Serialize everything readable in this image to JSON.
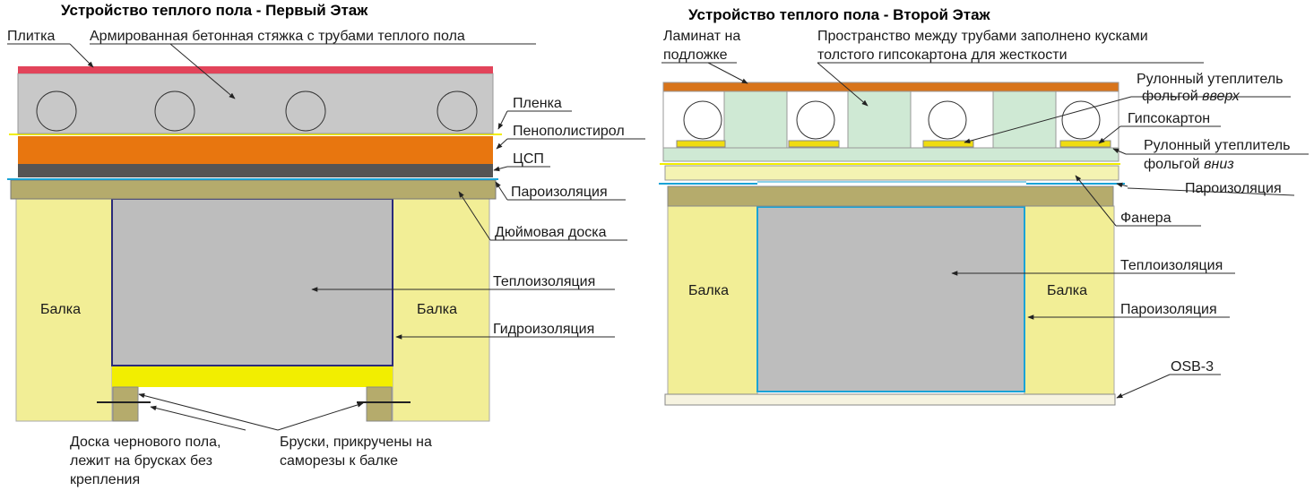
{
  "colors": {
    "tile": "#e2445a",
    "concrete": "#c8c8c8",
    "film": "#f2ee00",
    "foam": "#e8760f",
    "csp": "#555555",
    "vapor": "#1aa3d6",
    "board": "#b5ab6c",
    "beam": "#f2ee96",
    "insulation": "#bdbdbd",
    "laminate": "#d8741a",
    "gypsum": "#cfe9d4",
    "plywood": "#f4f3b2",
    "osb": "#f6f3e0",
    "foil": "#f0dc10"
  },
  "left": {
    "title": "Устройство теплого пола - Первый Этаж",
    "labels": {
      "tile": "Плитка",
      "screed": "Армированная бетонная стяжка с трубами теплого пола",
      "film": "Пленка",
      "foam": "Пенополистирол",
      "csp": "ЦСП",
      "vapor": "Пароизоляция",
      "board": "Дюймовая доска",
      "insulation": "Теплоизоляция",
      "waterproof": "Гидроизоляция",
      "beam_left": "Балка",
      "beam_right": "Балка",
      "subfloor_1": "Доска чернового пола,",
      "subfloor_2": "лежит на брусках без",
      "subfloor_3": "крепления",
      "bars_1": "Бруски, прикручены на",
      "bars_2": "саморезы к балке"
    }
  },
  "right": {
    "title": "Устройство теплого пола - Второй Этаж",
    "labels": {
      "laminate_1": "Ламинат на",
      "laminate_2": "подложке",
      "space_1": "Пространство между трубами заполнено кусками",
      "space_2": "толстого гипсокартона для жесткости",
      "roll_up_1": "Рулонный утеплитель",
      "roll_up_2a": "фольгой ",
      "roll_up_2b": "вверх",
      "gypsum": "Гипсокартон",
      "roll_down_1": "Рулонный утеплитель",
      "roll_down_2a": "фольгой ",
      "roll_down_2b": "вниз",
      "vapor": "Пароизоляция",
      "plywood": "Фанера",
      "insulation": "Теплоизоляция",
      "beam_left": "Балка",
      "beam_right": "Балка",
      "vapor2": "Пароизоляция",
      "osb": "OSB-3"
    }
  }
}
